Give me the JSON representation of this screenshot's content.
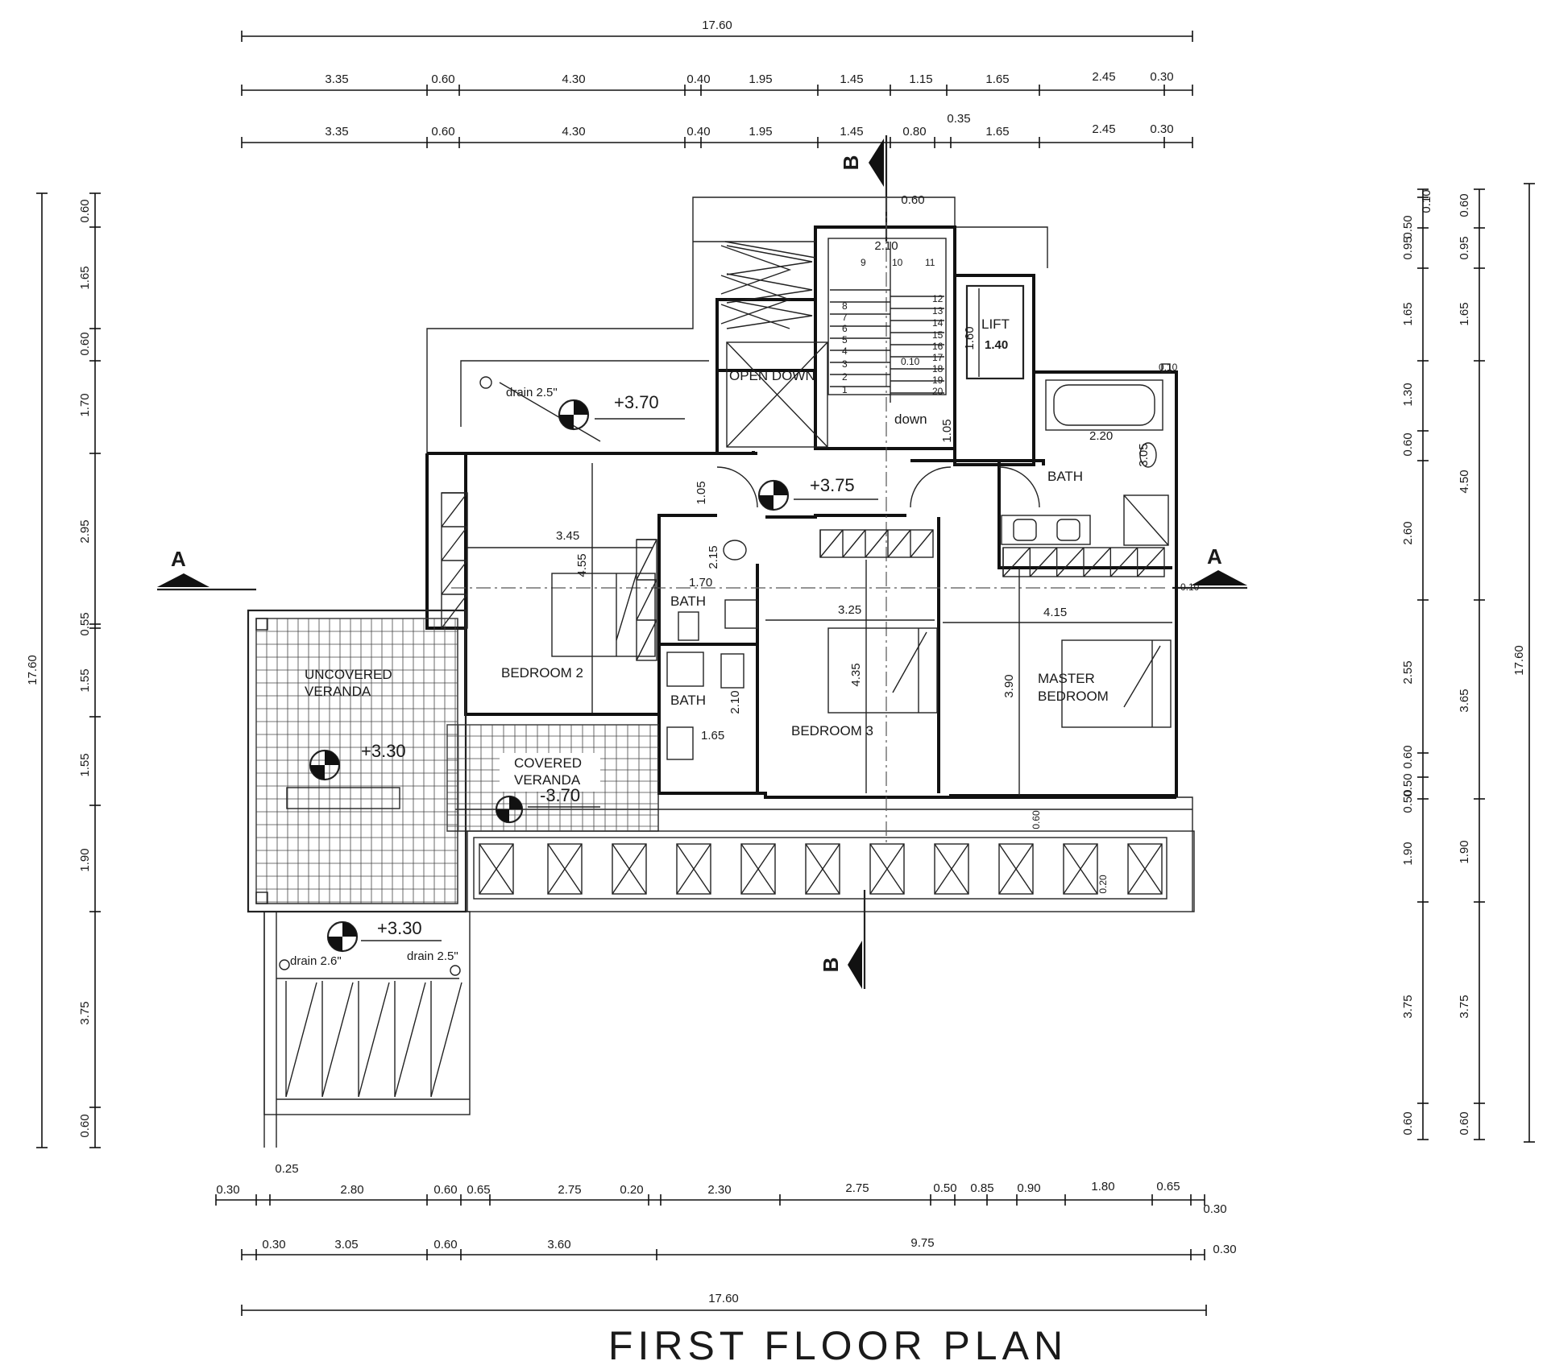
{
  "title": "FIRST     FLOOR     PLAN",
  "dimensions": {
    "top_total": "17.60",
    "top_row1": [
      "3.35",
      "0.60",
      "4.30",
      "0.40",
      "1.95",
      "1.45",
      "1.15",
      "1.65",
      "2.45",
      "0.30"
    ],
    "top_row2": [
      "3.35",
      "0.60",
      "4.30",
      "0.40",
      "1.95",
      "1.45",
      "0.80",
      "0.35",
      "1.65",
      "2.45",
      "0.30"
    ],
    "left_total": "17.60",
    "left_segments": [
      "0.60",
      "1.65",
      "0.60",
      "1.70",
      "2.95",
      "0.55",
      "1.55",
      "1.55",
      "1.90",
      "3.75",
      "0.60"
    ],
    "right_inner": [
      "0.50",
      "0.10",
      "0.95",
      "1.65",
      "1.30",
      "0.60",
      "2.60",
      "2.55",
      "0.50",
      "0.60",
      "0.50",
      "1.90",
      "3.75",
      "0.60"
    ],
    "right_mid": [
      "0.60",
      "0.95",
      "1.65",
      "4.50",
      "3.65",
      "1.90",
      "3.75",
      "0.60"
    ],
    "right_total": "17.60",
    "bottom_row1": [
      "0.30",
      "0.25",
      "2.80",
      "0.60",
      "0.65",
      "2.75",
      "0.20",
      "2.30",
      "2.75",
      "0.50",
      "0.85",
      "0.90",
      "1.80",
      "0.65",
      "0.30"
    ],
    "bottom_row2": [
      "0.30",
      "3.05",
      "0.60",
      "3.60",
      "9.75",
      "0.30"
    ],
    "bottom_total": "17.60"
  },
  "section_markers": {
    "a_left": "A",
    "a_right": "A",
    "b_top": "B",
    "b_bottom": "B"
  },
  "rooms": {
    "open_down": "OPEN  DOWN",
    "lift": "LIFT",
    "lift_w": "1.40",
    "lift_h": "1.60",
    "bath_main": "BATH",
    "bedroom2": "BEDROOM  2",
    "bath2a": "BATH",
    "bath2b": "BATH",
    "bedroom3": "BEDROOM 3",
    "master1": "MASTER",
    "master2": "BEDROOM",
    "uncovered1": "UNCOVERED",
    "uncovered2": "VERANDA",
    "covered1": "COVERED",
    "covered2": "VERANDA",
    "down": "down"
  },
  "elevations": {
    "terrace": "+3.70",
    "hall": "+3.75",
    "uncovered": "+3.30",
    "covered": "-3.70",
    "lower": "+3.30"
  },
  "drains": {
    "d1": "drain 2.5\"",
    "d2": "drain 2.6\"",
    "d3": "drain 2.5\""
  },
  "inner_dims": {
    "stair_w": "2.10",
    "stair_top": "0.60",
    "d010a": "0.10",
    "d010b": "0.10",
    "d010c": "0.10",
    "bath_w": "2.20",
    "bath_h": "3.05",
    "hall_h": "1.05",
    "lift_gap": "1.05",
    "bed2_w": "3.45",
    "bed2_h": "4.55",
    "bath2_w": "1.70",
    "bath2_h": "2.15",
    "bath3_h": "2.10",
    "bath3_w": "1.65",
    "bed3_w": "3.25",
    "bed3_h": "4.35",
    "master_w": "4.15",
    "master_h": "3.90",
    "ledge": "0.60",
    "ledge2": "0.20"
  },
  "stair_numbers": [
    "1",
    "2",
    "3",
    "4",
    "5",
    "6",
    "7",
    "8",
    "9",
    "10",
    "11",
    "12",
    "13",
    "14",
    "15",
    "16",
    "17",
    "18",
    "19",
    "20"
  ]
}
